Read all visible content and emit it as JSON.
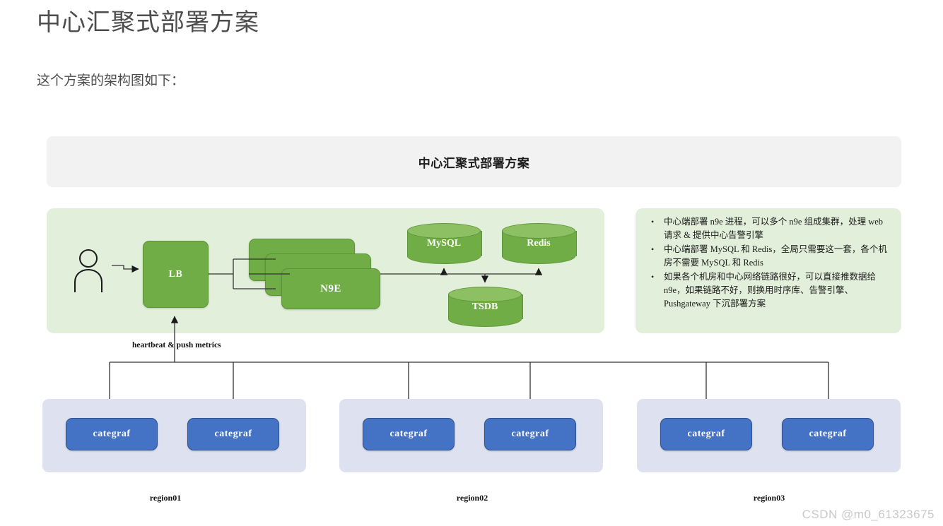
{
  "page": {
    "title": "中心汇聚式部署方案",
    "subtitle": "这个方案的架构图如下：",
    "watermark": "CSDN @m0_61323675"
  },
  "diagram": {
    "header_title": "中心汇聚式部署方案",
    "center_panel": {
      "actor": "user-actor",
      "lb": "LB",
      "n9e": "N9E",
      "n9e_stack_count": 3,
      "databases": [
        {
          "name": "MySQL"
        },
        {
          "name": "Redis"
        },
        {
          "name": "TSDB"
        }
      ]
    },
    "edge_labels": {
      "heartbeat": "heartbeat & push metrics"
    },
    "notes": [
      "中心端部署 n9e 进程，可以多个 n9e 组成集群，处理 web 请求 & 提供中心告警引擎",
      "中心端部署 MySQL 和 Redis，全局只需要这一套，各个机房不需要 MySQL 和 Redis",
      "如果各个机房和中心网络链路很好，可以直接推数据给 n9e，如果链路不好，则换用时序库、告警引擎、Pushgateway 下沉部署方案"
    ],
    "regions": [
      {
        "label": "region01",
        "agents": [
          "categraf",
          "categraf"
        ]
      },
      {
        "label": "region02",
        "agents": [
          "categraf",
          "categraf"
        ]
      },
      {
        "label": "region03",
        "agents": [
          "categraf",
          "categraf"
        ]
      }
    ],
    "colors": {
      "green_node": "#70ad47",
      "green_panel": "#e2efda",
      "blue_node": "#4472c4",
      "region_panel": "#dee2f0",
      "header_panel": "#f2f2f2",
      "connector": "#333333"
    }
  }
}
